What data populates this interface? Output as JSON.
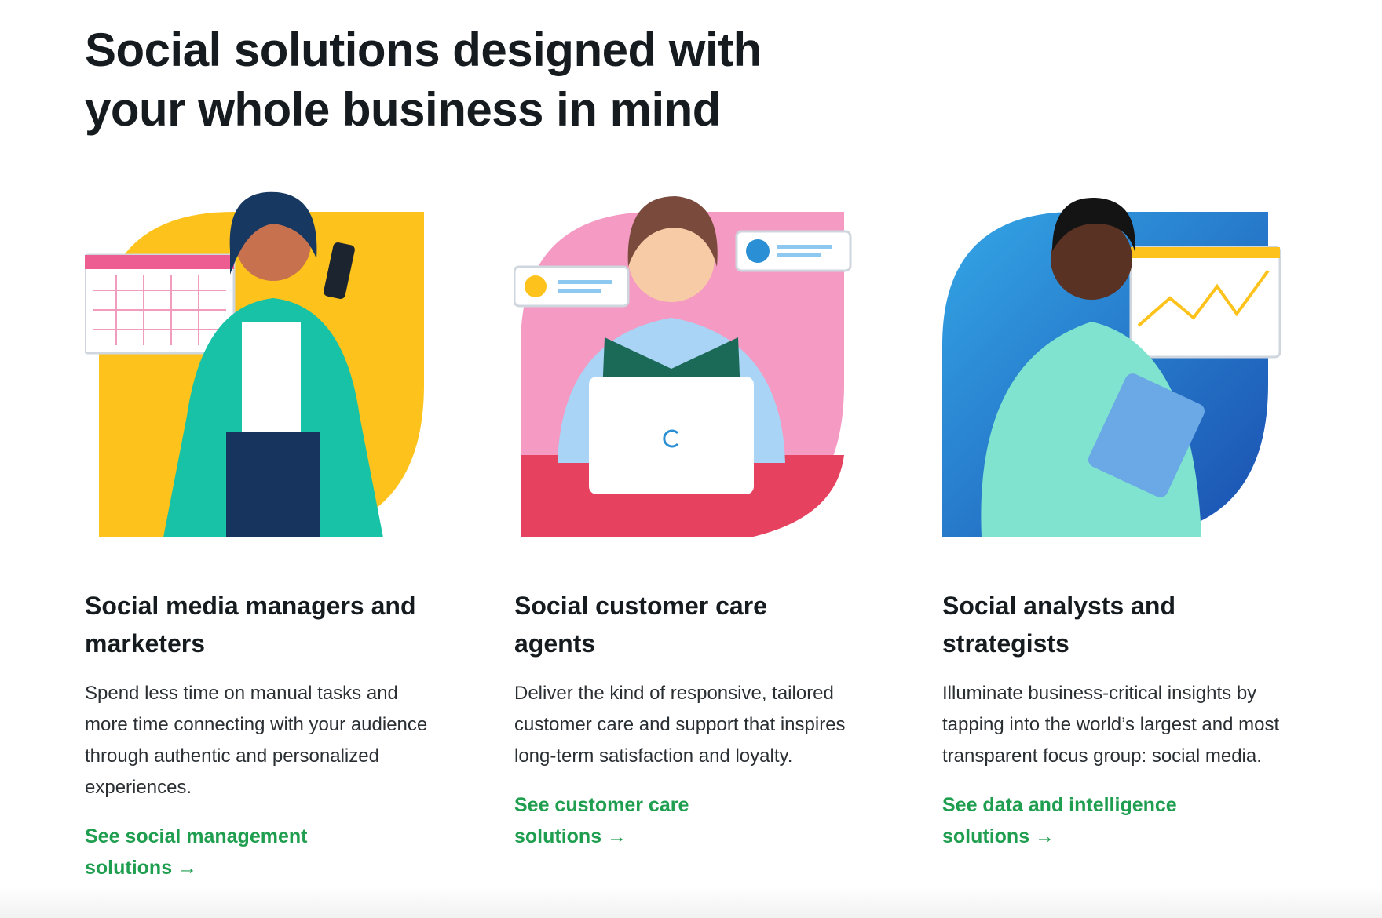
{
  "heading": "Social solutions designed with your whole business in mind",
  "cards": [
    {
      "title": "Social media managers and marketers",
      "body": "Spend less time on manual tasks and more time connecting with your audience through authentic and personalized experiences.",
      "link": "See social management solutions →",
      "illustration": "marketer-with-phone",
      "accent": "#fdc31c"
    },
    {
      "title": "Social customer care agents",
      "body": "Deliver the kind of responsive, tailored customer care and support that inspires long-term satisfaction and loyalty.",
      "link": "See customer care solutions →",
      "illustration": "agent-with-laptop",
      "accent": "#f47fb0"
    },
    {
      "title": "Social analysts and strategists",
      "body": "Illuminate business-critical insights by tapping into the world’s largest and most transparent focus group: social media.",
      "link": "See data and intelligence solutions →",
      "illustration": "analyst-with-tablet",
      "accent": "#2a7fd4"
    }
  ],
  "colors": {
    "link": "#1f9e4f",
    "text": "#151b1e"
  }
}
